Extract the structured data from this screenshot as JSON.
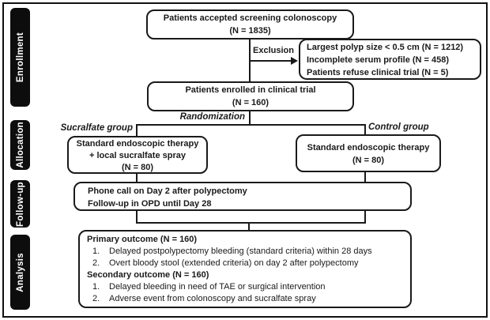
{
  "sidebar": {
    "stages": [
      {
        "label": "Enrollment"
      },
      {
        "label": "Allocation"
      },
      {
        "label": "Follow-up"
      },
      {
        "label": "Analysis"
      }
    ]
  },
  "flow": {
    "screening": {
      "lines": [
        "Patients accepted screening colonoscopy",
        "(N = 1835)"
      ]
    },
    "exclusion_label": "Exclusion",
    "exclusion": {
      "items": [
        "Largest polyp size < 0.5 cm (N = 1212)",
        "Incomplete serum profile (N = 458)",
        "Patients refuse clinical trial (N = 5)"
      ]
    },
    "enrolled": {
      "lines": [
        "Patients enrolled in clinical trial",
        "(N = 160)"
      ]
    },
    "randomization_label": "Randomization",
    "sucralfate_group_label": "Sucralfate group",
    "control_group_label": "Control group",
    "sucralfate_box": {
      "lines": [
        "Standard endoscopic therapy",
        "+ local sucralfate spray",
        "(N = 80)"
      ]
    },
    "control_box": {
      "lines": [
        "Standard endoscopic therapy",
        "(N = 80)"
      ]
    },
    "followup_box": {
      "lines": [
        "Phone call on Day 2 after polypectomy",
        "Follow-up in OPD until Day 28"
      ]
    },
    "analysis": {
      "primary_heading": "Primary outcome (N = 160)",
      "primary_items": [
        {
          "num": "1.",
          "text": "Delayed postpolypectomy bleeding (standard criteria) within 28 days"
        },
        {
          "num": "2.",
          "text": "Overt bloody stool (extended criteria) on day 2 after polypectomy"
        }
      ],
      "secondary_heading": "Secondary outcome (N = 160)",
      "secondary_items": [
        {
          "num": "1.",
          "text": "Delayed bleeding in need of TAE or surgical intervention"
        },
        {
          "num": "2.",
          "text": "Adverse event from colonoscopy and sucralfate spray"
        }
      ]
    }
  },
  "colors": {
    "background": "#ffffff",
    "border": "#1a1a1a",
    "text": "#1a1a1a",
    "stage_bar_bg": "#0d0d0d",
    "stage_bar_text": "#ffffff"
  }
}
